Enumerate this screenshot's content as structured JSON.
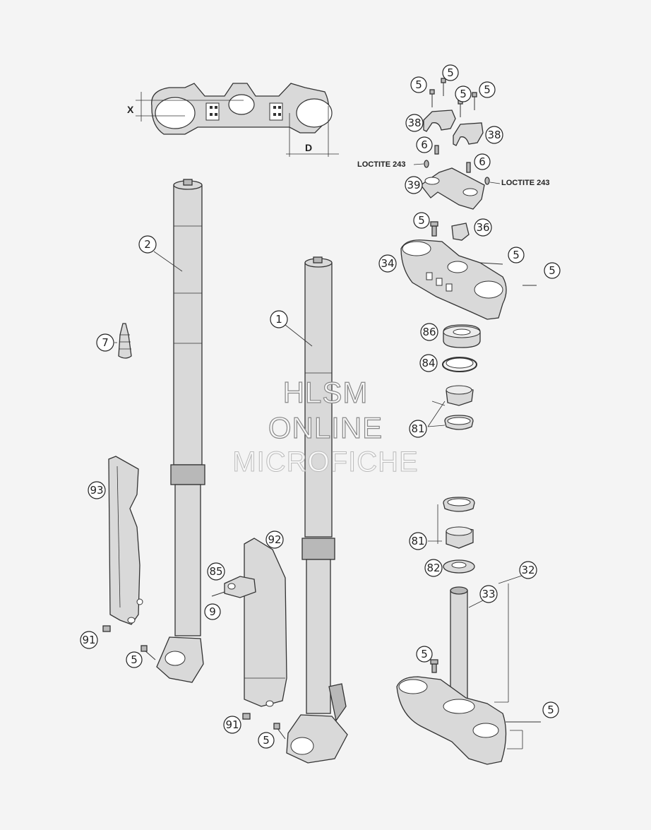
{
  "watermark": {
    "line1": "HLSM",
    "line2": "ONLINE",
    "line3": "MICROFICHE"
  },
  "dimensions": {
    "x_label": "X",
    "d_label": "D"
  },
  "notes": {
    "loctite_left": "LOCTITE 243",
    "loctite_right": "LOCTITE 243"
  },
  "callouts": {
    "c5_a": "5",
    "c5_b": "5",
    "c5_c": "5",
    "c5_d": "5",
    "c38_left": "38",
    "c38_right": "38",
    "c6_left": "6",
    "c6_right": "6",
    "c39": "39",
    "c5_e": "5",
    "c36": "36",
    "c5_f": "5",
    "c34": "34",
    "c5_g": "5",
    "c86": "86",
    "c84": "84",
    "c81_top": "81",
    "c2": "2",
    "c1": "1",
    "c7": "7",
    "c93": "93",
    "c92": "92",
    "c85": "85",
    "c9": "9",
    "c91_left": "91",
    "c5_h": "5",
    "c91_right": "91",
    "c5_i": "5",
    "c81_bottom": "81",
    "c82": "82",
    "c33": "33",
    "c32": "32",
    "c5_j": "5",
    "c5_k": "5"
  }
}
